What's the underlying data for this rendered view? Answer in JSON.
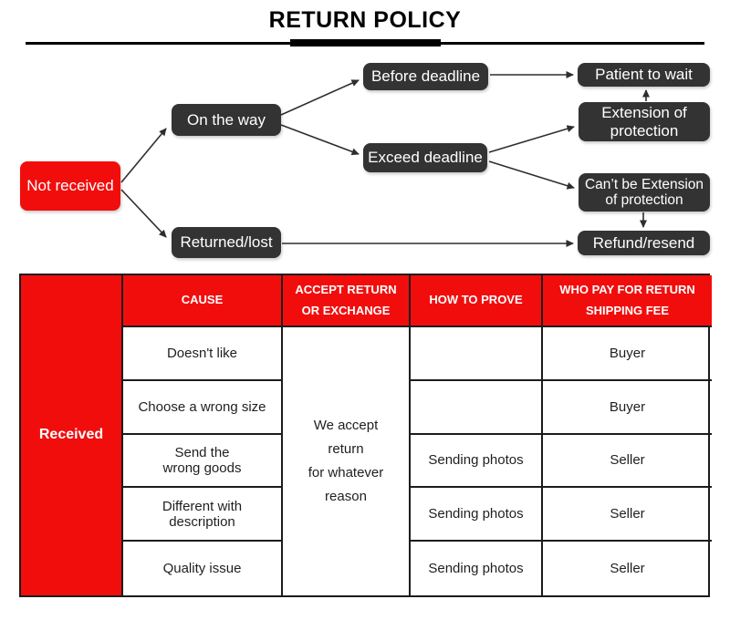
{
  "title": "RETURN POLICY",
  "colors": {
    "red": "#f20d0d",
    "node_dark": "#333333",
    "border": "#1c1c1c",
    "arrow": "#2e2e2e",
    "text_light": "#ffffff",
    "text_dark": "#1f1f1f"
  },
  "flow": {
    "nodes": {
      "not_received": "Not received",
      "on_the_way": "On the way",
      "returned_lost": "Returned/lost",
      "before_deadline": "Before deadline",
      "exceed_deadline": "Exceed deadline",
      "patient_to_wait": "Patient to wait",
      "extension": "Extension of protection",
      "cant_extension": "Can’t be Extension of protection",
      "refund_resend": "Refund/resend"
    }
  },
  "table": {
    "row_header": "Received",
    "columns": {
      "cause": "CAUSE",
      "accept": "ACCEPT RETURN\nOR EXCHANGE",
      "prove": "HOW TO PROVE",
      "payer": "WHO PAY FOR RETURN\nSHIPPING FEE"
    },
    "accept_cell": "We accept\nreturn\nfor whatever\nreason",
    "rows": [
      {
        "cause": "Doesn't like",
        "prove": "",
        "payer": "Buyer"
      },
      {
        "cause": "Choose a wrong size",
        "prove": "",
        "payer": "Buyer"
      },
      {
        "cause": "Send the\nwrong goods",
        "prove": "Sending photos",
        "payer": "Seller"
      },
      {
        "cause": "Different with\ndescription",
        "prove": "Sending photos",
        "payer": "Seller"
      },
      {
        "cause": "Quality issue",
        "prove": "Sending photos",
        "payer": "Seller"
      }
    ]
  }
}
